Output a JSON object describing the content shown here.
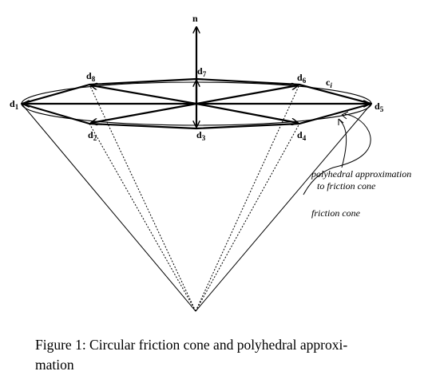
{
  "diagram": {
    "normal_label": "n",
    "direction_labels": [
      {
        "base": "d",
        "sub": "1"
      },
      {
        "base": "d",
        "sub": "2"
      },
      {
        "base": "d",
        "sub": "3"
      },
      {
        "base": "d",
        "sub": "4"
      },
      {
        "base": "d",
        "sub": "5"
      },
      {
        "base": "d",
        "sub": "6"
      },
      {
        "base": "d",
        "sub": "7"
      },
      {
        "base": "d",
        "sub": "8"
      }
    ],
    "c_label": {
      "base": "c",
      "sub": "i"
    },
    "annotation_polyhedral_line1": "polyhedral approximation",
    "annotation_polyhedral_line2": "to friction cone",
    "annotation_friction_cone": "friction cone"
  },
  "caption": {
    "line1": "Figure 1:  Circular friction cone and polyhedral approxi-",
    "line2": "mation"
  }
}
